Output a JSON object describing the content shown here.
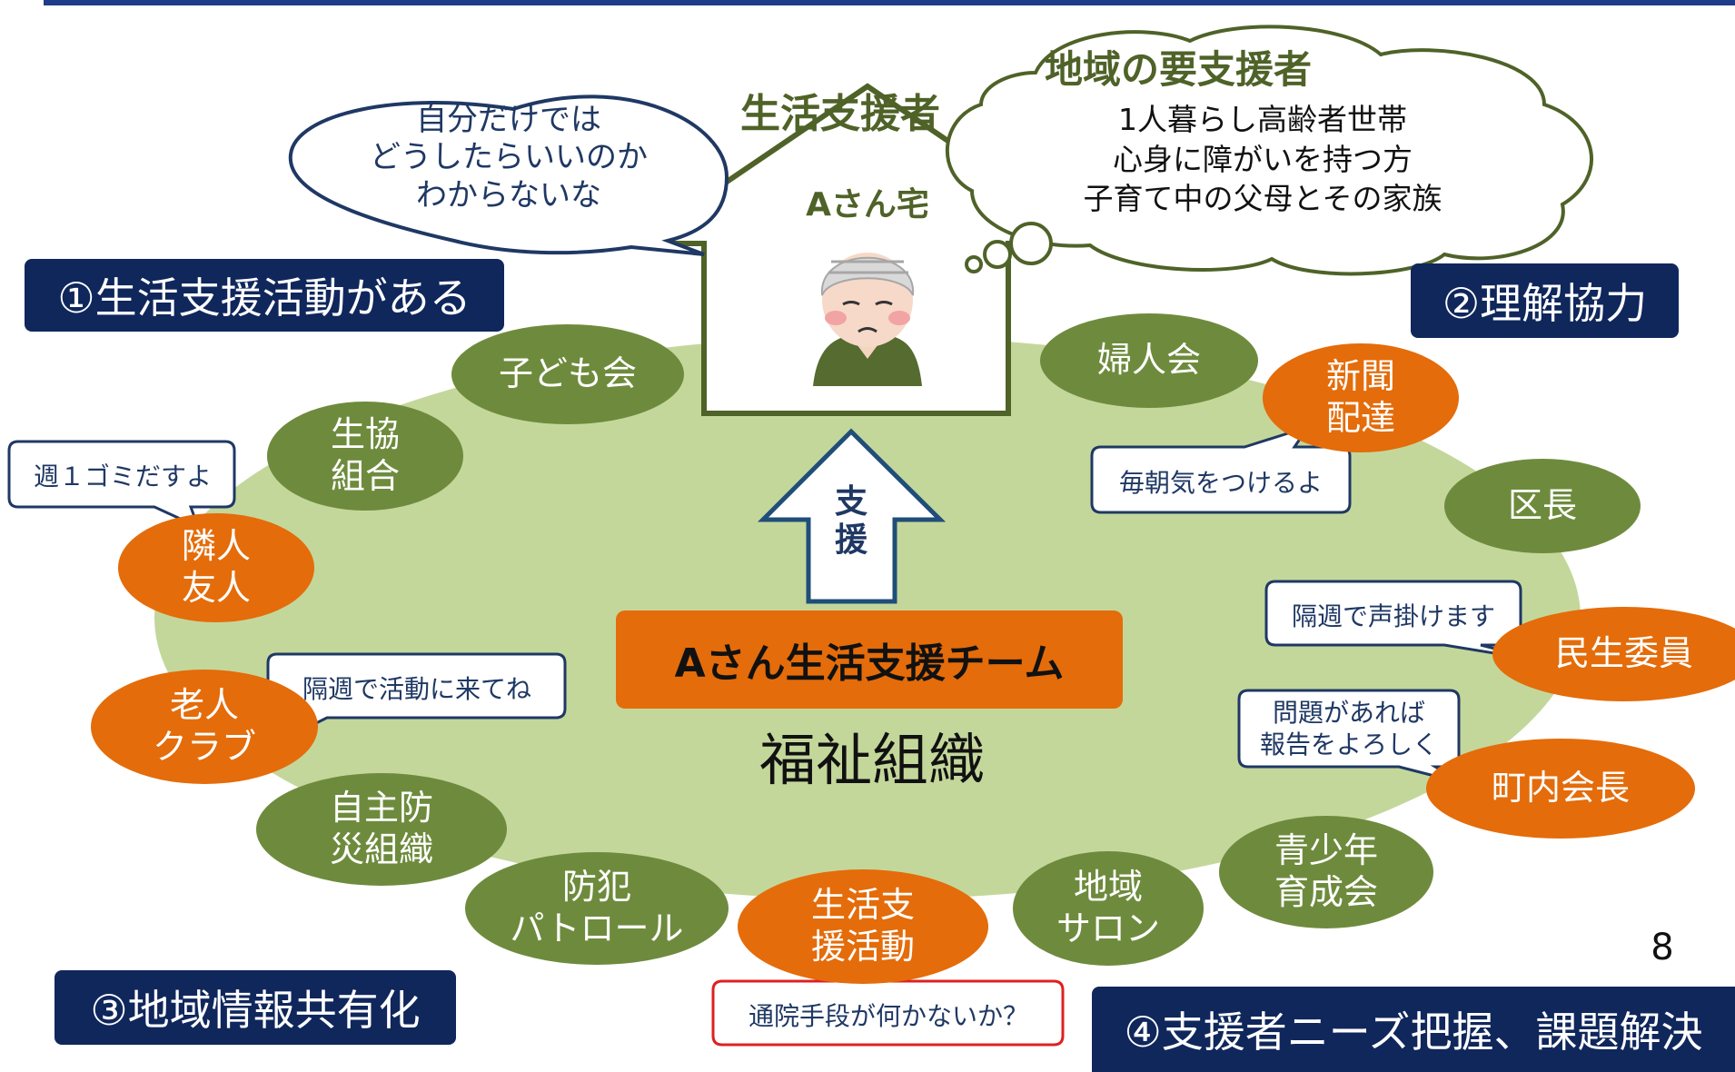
{
  "title": "生活支援者",
  "house_label": "Aさん宅",
  "resident_speech": "自分だけでは\nどうしたらいいのか\nわからないな",
  "needs_cloud": {
    "heading": "地域の要支援者",
    "lines": "1人暮らし高齢者世帯\n心身に障がいを持つ方\n子育て中の父母とその家族"
  },
  "support_arrow": "支\n援",
  "team_label": "Aさん生活支援チーム",
  "org_label": "福祉組織",
  "sections": {
    "s1": "①生活支援活動がある",
    "s2": "②理解協力",
    "s3": "③地域情報共有化",
    "s4": "④支援者ニーズ把握、課題解決"
  },
  "nodes": {
    "kodomokai": "子ども会",
    "seikyo": "生協\n組合",
    "rinjin": "隣人\n友人",
    "roujin": "老人\nクラブ",
    "jishubo": "自主防\n災組織",
    "bohan": "防犯\nパトロール",
    "seikatsu": "生活支\n援活動",
    "chiiki": "地域\nサロン",
    "seishonen": "青少年\n育成会",
    "chonai": "町内会長",
    "minsei": "民生委員",
    "kucho": "区長",
    "shinbun": "新聞\n配達",
    "fujinkai": "婦人会"
  },
  "callouts": {
    "gomi": "週１ゴミだすよ",
    "katsudo": "隔週で活動に来てね",
    "tsuin": "通院手段が何かないか？",
    "asa": "毎朝気をつけるよ",
    "koekake": "隔週で声掛けます",
    "hokoku": "問題があれば\n報告をよろしく"
  },
  "page_number": "8",
  "colors": {
    "navy": "#10275c",
    "olive": "#6e8b3d",
    "orange": "#e46c0a",
    "light_green": "#c4d79b",
    "house_green": "#4f6228",
    "callout_border": "#1f3864",
    "alert_border": "#e02020"
  }
}
